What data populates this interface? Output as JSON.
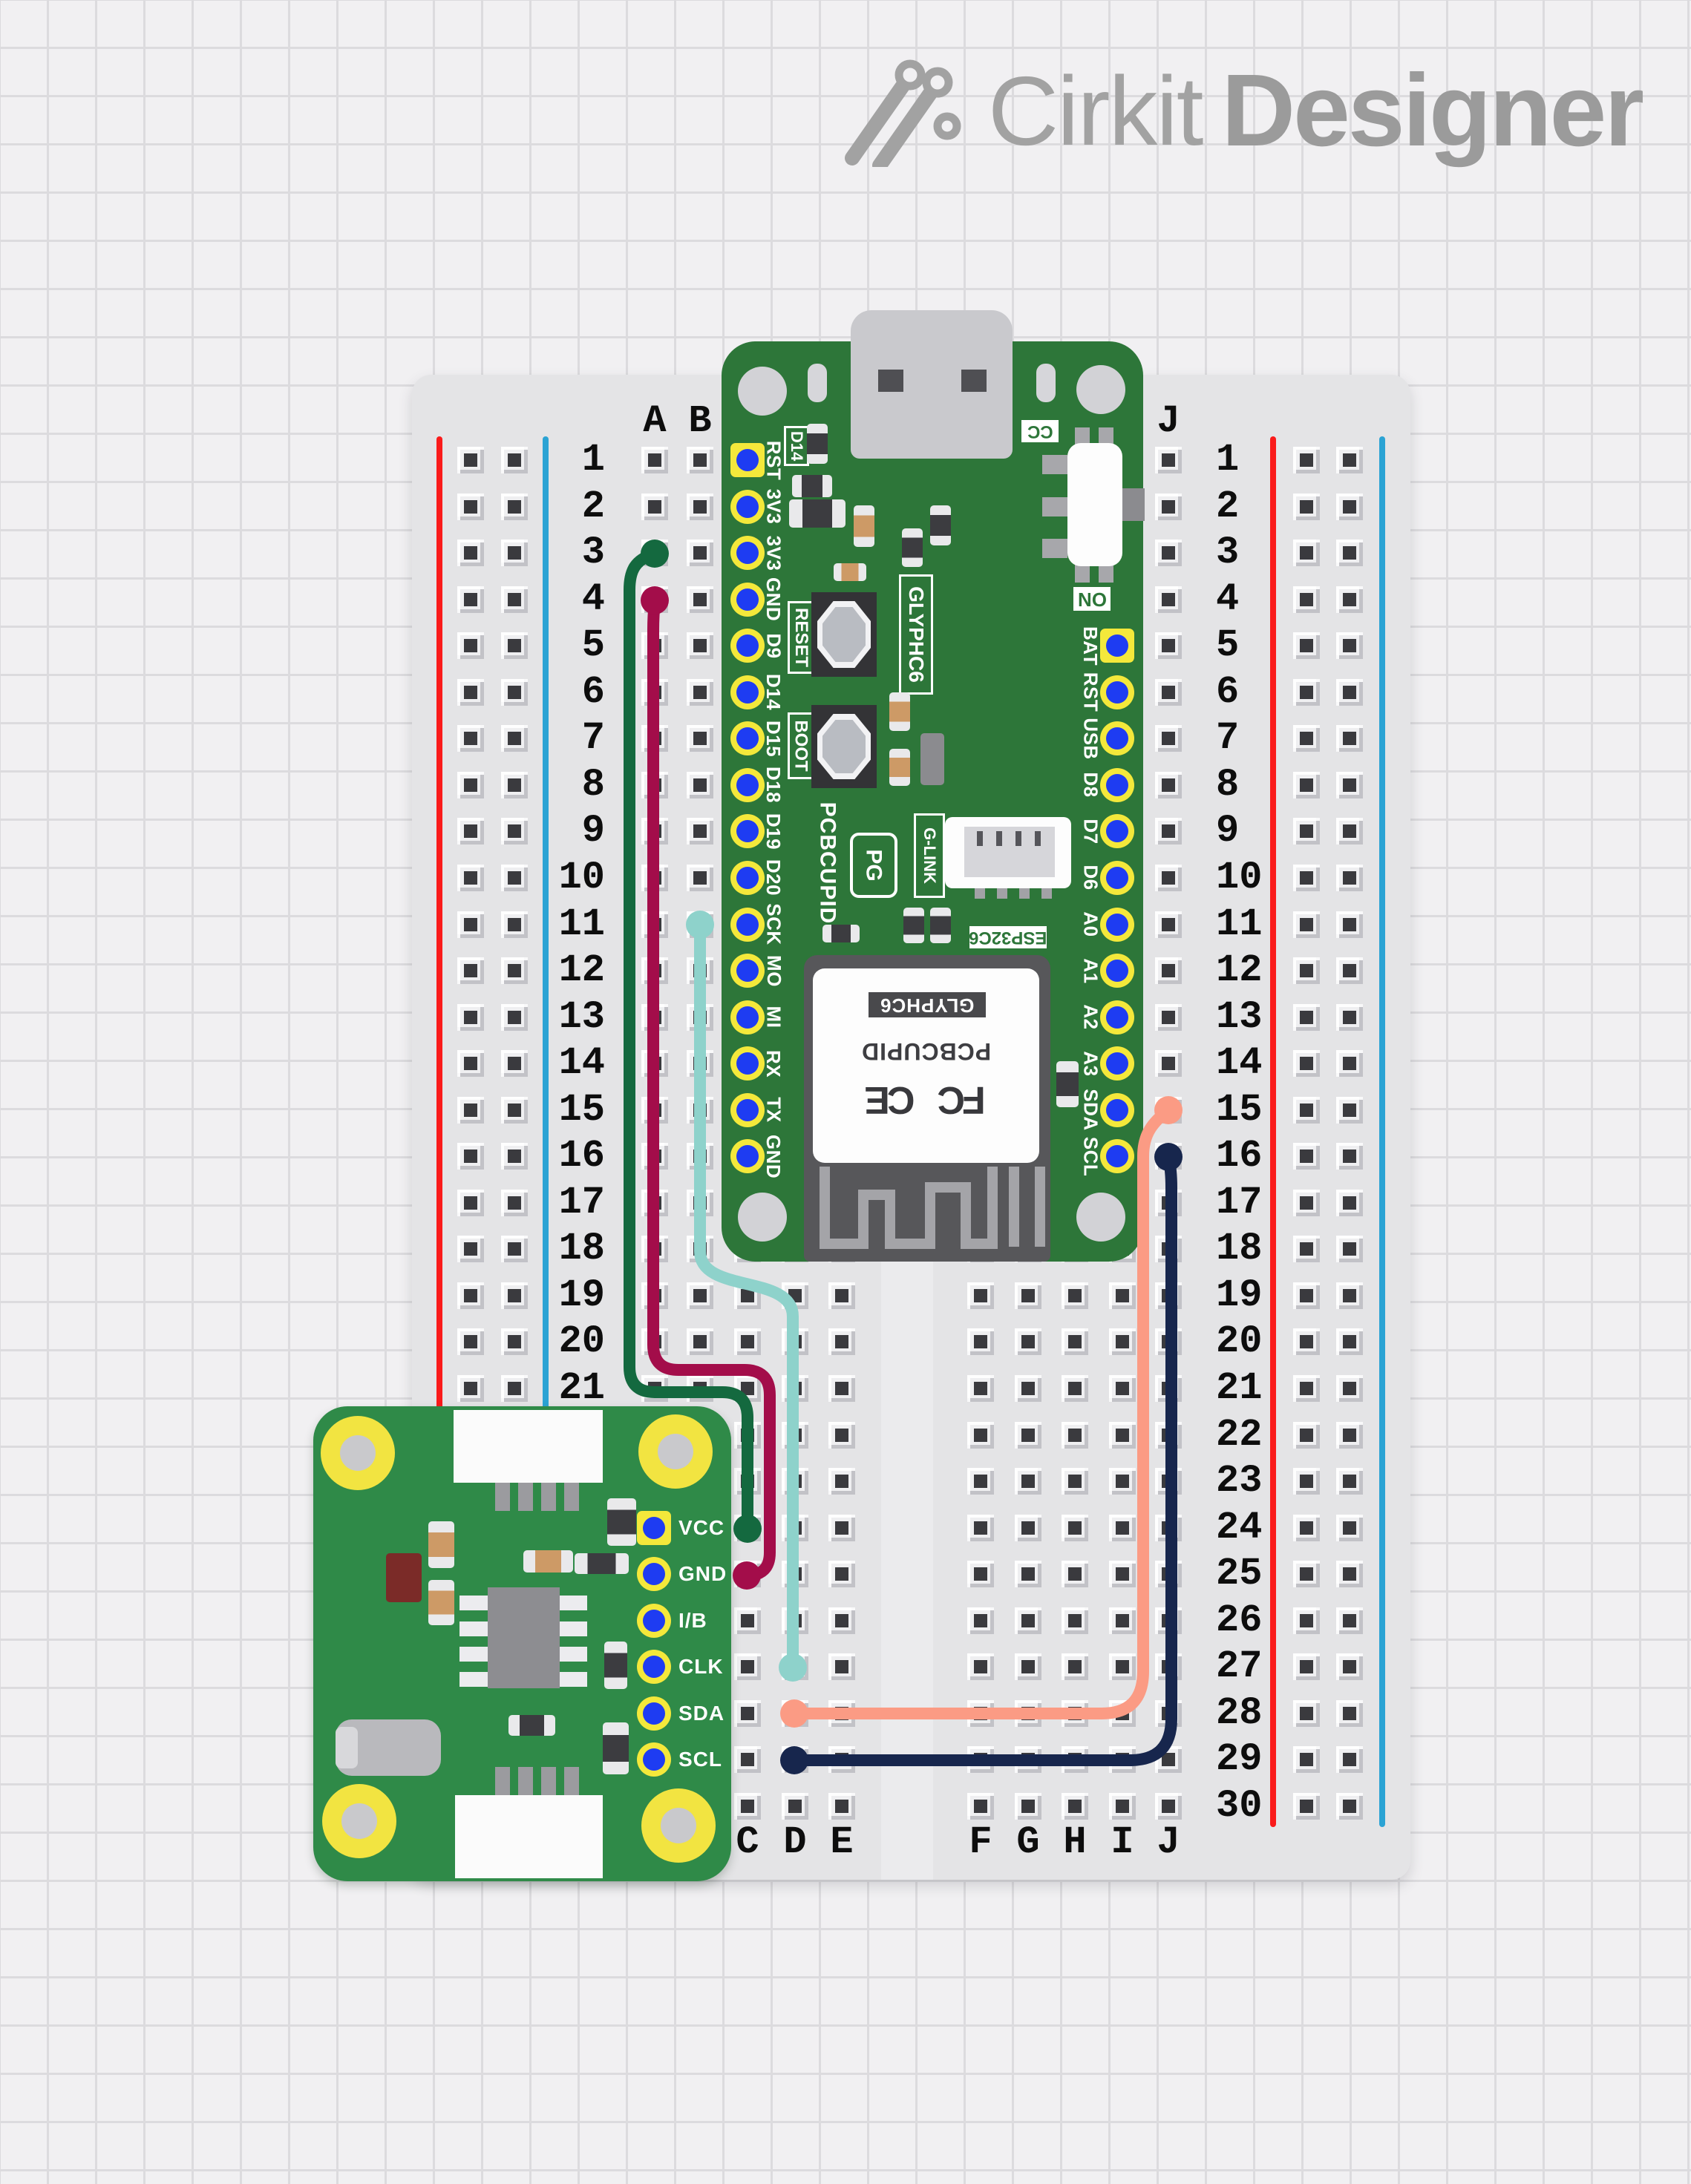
{
  "app": {
    "logo_brand": "Cirkit",
    "logo_product": "Designer"
  },
  "breadboard": {
    "top_headers": [
      "A",
      "B",
      "J"
    ],
    "bottom_headers": [
      "C",
      "D",
      "E",
      "F",
      "G",
      "H",
      "I",
      "J"
    ],
    "left_row_numbers": [
      1,
      2,
      3,
      4,
      5,
      6,
      7,
      8,
      9,
      10,
      11,
      12,
      13,
      14,
      15,
      16,
      17,
      18,
      19,
      20,
      21
    ],
    "right_row_numbers": [
      1,
      2,
      3,
      4,
      5,
      6,
      7,
      8,
      9,
      10,
      11,
      12,
      13,
      14,
      15,
      16,
      17,
      18,
      19,
      20,
      21,
      22,
      23,
      24,
      25,
      26,
      27,
      28,
      29,
      30
    ],
    "rail_positive_color": "#fa1b1b",
    "rail_negative_color": "#2ba3d4"
  },
  "esp32": {
    "name": "GLYPHC6 ESP32-C6 dev board",
    "left_pins": [
      {
        "label": "RST",
        "row": 1,
        "pad": "square"
      },
      {
        "label": "3V3",
        "row": 2,
        "pad": "round"
      },
      {
        "label": "3V3",
        "row": 3,
        "pad": "round"
      },
      {
        "label": "GND",
        "row": 4,
        "pad": "round"
      },
      {
        "label": "D9",
        "row": 5,
        "pad": "round"
      },
      {
        "label": "D14",
        "row": 6,
        "pad": "round"
      },
      {
        "label": "D15",
        "row": 7,
        "pad": "round"
      },
      {
        "label": "D18",
        "row": 8,
        "pad": "round"
      },
      {
        "label": "D19",
        "row": 9,
        "pad": "round"
      },
      {
        "label": "D20",
        "row": 10,
        "pad": "round"
      },
      {
        "label": "SCK",
        "row": 11,
        "pad": "round"
      },
      {
        "label": "MO",
        "row": 12,
        "pad": "round"
      },
      {
        "label": "MI",
        "row": 13,
        "pad": "round"
      },
      {
        "label": "RX",
        "row": 14,
        "pad": "round"
      },
      {
        "label": "TX",
        "row": 15,
        "pad": "round"
      },
      {
        "label": "GND",
        "row": 16,
        "pad": "round"
      }
    ],
    "right_pins": [
      {
        "label": "BAT",
        "row": 5,
        "pad": "square"
      },
      {
        "label": "RST",
        "row": 6,
        "pad": "round"
      },
      {
        "label": "USB",
        "row": 7,
        "pad": "round"
      },
      {
        "label": "D8",
        "row": 8,
        "pad": "round"
      },
      {
        "label": "D7",
        "row": 9,
        "pad": "round"
      },
      {
        "label": "D6",
        "row": 10,
        "pad": "round"
      },
      {
        "label": "A0",
        "row": 11,
        "pad": "round"
      },
      {
        "label": "A1",
        "row": 12,
        "pad": "round"
      },
      {
        "label": "A2",
        "row": 13,
        "pad": "round"
      },
      {
        "label": "A3",
        "row": 14,
        "pad": "round"
      },
      {
        "label": "SDA",
        "row": 15,
        "pad": "round"
      },
      {
        "label": "SCL",
        "row": 16,
        "pad": "round"
      }
    ],
    "silkscreen": {
      "d14": "D14",
      "reset": "RESET",
      "boot": "BOOT",
      "brand": "PCBCUPID",
      "logo": "PG",
      "glink": "G-LINK",
      "model": "GLYPHC6",
      "chip": "ESP32C6",
      "cc": "CC",
      "on": "ON"
    },
    "module": {
      "badge": "GLYPHC6",
      "brand": "PCBCUPID",
      "cert_fcc": "FC",
      "cert_ce": "CE"
    }
  },
  "sensor": {
    "name": "sensor breakout board",
    "pins": [
      {
        "label": "VCC",
        "row": 24,
        "pad": "square"
      },
      {
        "label": "GND",
        "row": 25,
        "pad": "round"
      },
      {
        "label": "I/B",
        "row": 26,
        "pad": "round"
      },
      {
        "label": "CLK",
        "row": 27,
        "pad": "round"
      },
      {
        "label": "SDA",
        "row": 28,
        "pad": "round"
      },
      {
        "label": "SCL",
        "row": 29,
        "pad": "round"
      }
    ]
  },
  "wires": [
    {
      "id": "wire-3v3",
      "color": "#14693f",
      "from": "ESP32 3V3 (A3)",
      "to": "sensor VCC (C24)"
    },
    {
      "id": "wire-gnd",
      "color": "#a30d4a",
      "from": "ESP32 GND (A4)",
      "to": "sensor GND (C25)"
    },
    {
      "id": "wire-sck",
      "color": "#8ed2cb",
      "from": "ESP32 SCK (B11)",
      "to": "sensor CLK (D27)"
    },
    {
      "id": "wire-sda",
      "color": "#fb9b84",
      "from": "ESP32 SDA (J15)",
      "to": "sensor SDA (D28)"
    },
    {
      "id": "wire-scl",
      "color": "#17264d",
      "from": "ESP32 SCL (J16)",
      "to": "sensor SCL (D29)"
    }
  ]
}
